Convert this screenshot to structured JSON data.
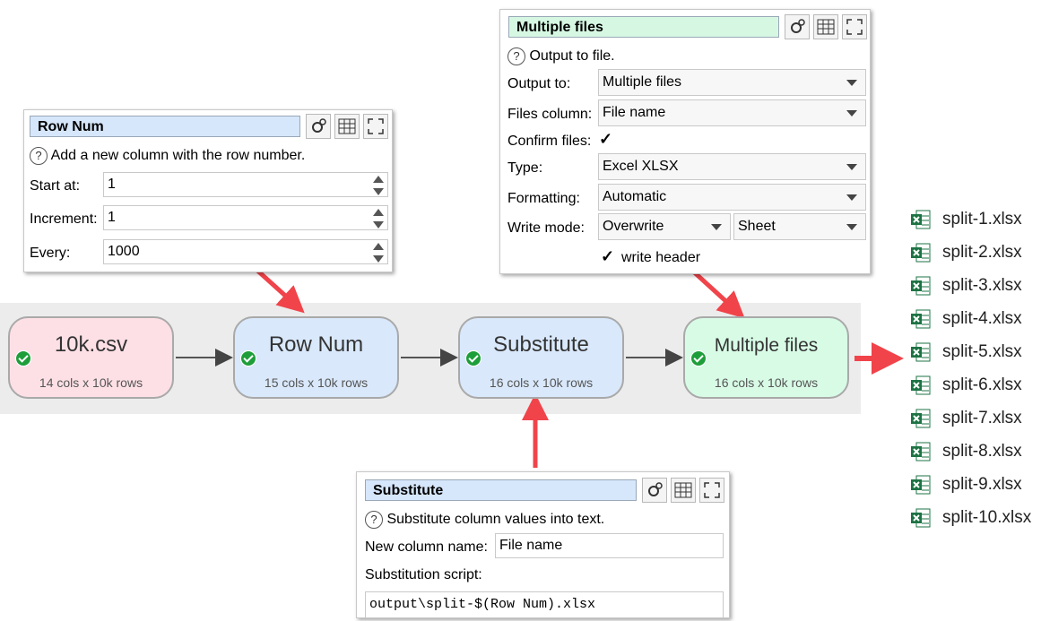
{
  "row_num_panel": {
    "title": "Row Num",
    "description": "Add a new column with the row number.",
    "start_at_label": "Start at:",
    "start_at_value": "1",
    "increment_label": "Increment:",
    "increment_value": "1",
    "every_label": "Every:",
    "every_value": "1000"
  },
  "multiple_files_panel": {
    "title": "Multiple files",
    "description": "Output to file.",
    "output_to_label": "Output to:",
    "output_to_value": "Multiple files",
    "files_column_label": "Files column:",
    "files_column_value": "File name",
    "confirm_files_label": "Confirm files:",
    "confirm_files_check": "✓",
    "type_label": "Type:",
    "type_value": "Excel XLSX",
    "formatting_label": "Formatting:",
    "formatting_value": "Automatic",
    "write_mode_label": "Write mode:",
    "write_mode_value": "Overwrite",
    "write_mode_target": "Sheet",
    "write_header_check": "✓",
    "write_header_label": "write header"
  },
  "substitute_panel": {
    "title": "Substitute",
    "description": "Substitute column values into text.",
    "new_column_name_label": "New column name:",
    "new_column_name_value": "File name",
    "substitution_script_label": "Substitution script:",
    "substitution_script_value": "output\\split-$(Row Num).xlsx"
  },
  "nodes": [
    {
      "title": "10k.csv",
      "subtitle": "14 cols x 10k rows"
    },
    {
      "title": "Row Num",
      "subtitle": "15 cols x 10k rows"
    },
    {
      "title": "Substitute",
      "subtitle": "16 cols x 10k rows"
    },
    {
      "title": "Multiple files",
      "subtitle": "16 cols x 10k rows"
    }
  ],
  "files": [
    "split-1.xlsx",
    "split-2.xlsx",
    "split-3.xlsx",
    "split-4.xlsx",
    "split-5.xlsx",
    "split-6.xlsx",
    "split-7.xlsx",
    "split-8.xlsx",
    "split-9.xlsx",
    "split-10.xlsx"
  ],
  "colors": {
    "arrow_red": "#f0444a",
    "node_input": "#fde0e6",
    "node_transform": "#d9e8fb",
    "node_output": "#d8fbe6",
    "excel_green": "#1d7344"
  }
}
